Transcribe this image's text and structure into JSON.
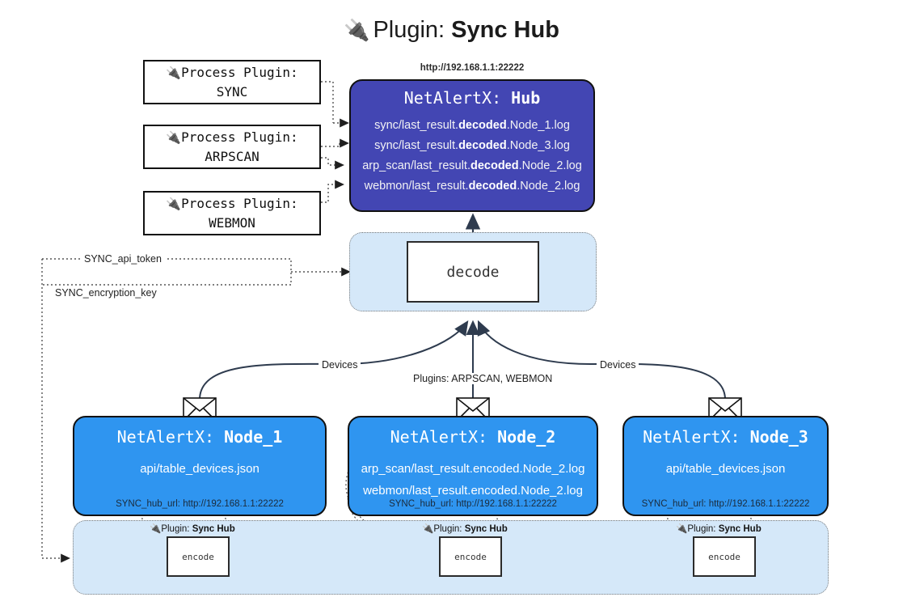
{
  "title": {
    "icon": "plug-icon",
    "prefix": "Plugin: ",
    "name": "Sync Hub"
  },
  "process_plugins": [
    {
      "icon": "plug-icon",
      "label": "Process Plugin:",
      "name": "SYNC"
    },
    {
      "icon": "plug-icon",
      "label": "Process Plugin:",
      "name": "ARPSCAN"
    },
    {
      "icon": "plug-icon",
      "label": "Process Plugin:",
      "name": "WEBMON"
    }
  ],
  "hub": {
    "url_label": "http://192.168.1.1:22222",
    "title_prefix": "NetAlertX: ",
    "title_name": "Hub",
    "logs": [
      {
        "pre": "sync/last_result.",
        "mid": "decoded",
        "post": ".Node_1.log"
      },
      {
        "pre": "sync/last_result.",
        "mid": "decoded",
        "post": ".Node_3.log"
      },
      {
        "pre": "arp_scan/last_result.",
        "mid": "decoded",
        "post": ".Node_2.log"
      },
      {
        "pre": "webmon/last_result.",
        "mid": "decoded",
        "post": ".Node_2.log"
      }
    ]
  },
  "decode": {
    "label": "decode"
  },
  "settings": {
    "api_token": "SYNC_api_token",
    "encryption_key": "SYNC_encryption_key"
  },
  "edges": {
    "devices_left": "Devices",
    "devices_right": "Devices",
    "plugins_center": "Plugins: ARPSCAN, WEBMON"
  },
  "nodes": [
    {
      "title_prefix": "NetAlertX: ",
      "title_name": "Node_1",
      "lines": [
        "api/table_devices.json"
      ],
      "url": "SYNC_hub_url: http://192.168.1.1:22222"
    },
    {
      "title_prefix": "NetAlertX: ",
      "title_name": "Node_2",
      "lines": [
        "arp_scan/last_result.encoded.Node_2.log",
        "webmon/last_result.encoded.Node_2.log"
      ],
      "url": "SYNC_hub_url: http://192.168.1.1:22222"
    },
    {
      "title_prefix": "NetAlertX: ",
      "title_name": "Node_3",
      "lines": [
        "api/table_devices.json"
      ],
      "url": "SYNC_hub_url: http://192.168.1.1:22222"
    }
  ],
  "encoders": [
    {
      "plugin_prefix": "Plugin: ",
      "plugin_name": "Sync Hub",
      "label": "encode"
    },
    {
      "plugin_prefix": "Plugin: ",
      "plugin_name": "Sync Hub",
      "label": "encode"
    },
    {
      "plugin_prefix": "Plugin: ",
      "plugin_name": "Sync Hub",
      "label": "encode"
    }
  ],
  "colors": {
    "hub": "#4346b3",
    "node": "#2f95f0",
    "pool": "#d5e8f9",
    "stroke": "#111111",
    "background": "#ffffff"
  }
}
